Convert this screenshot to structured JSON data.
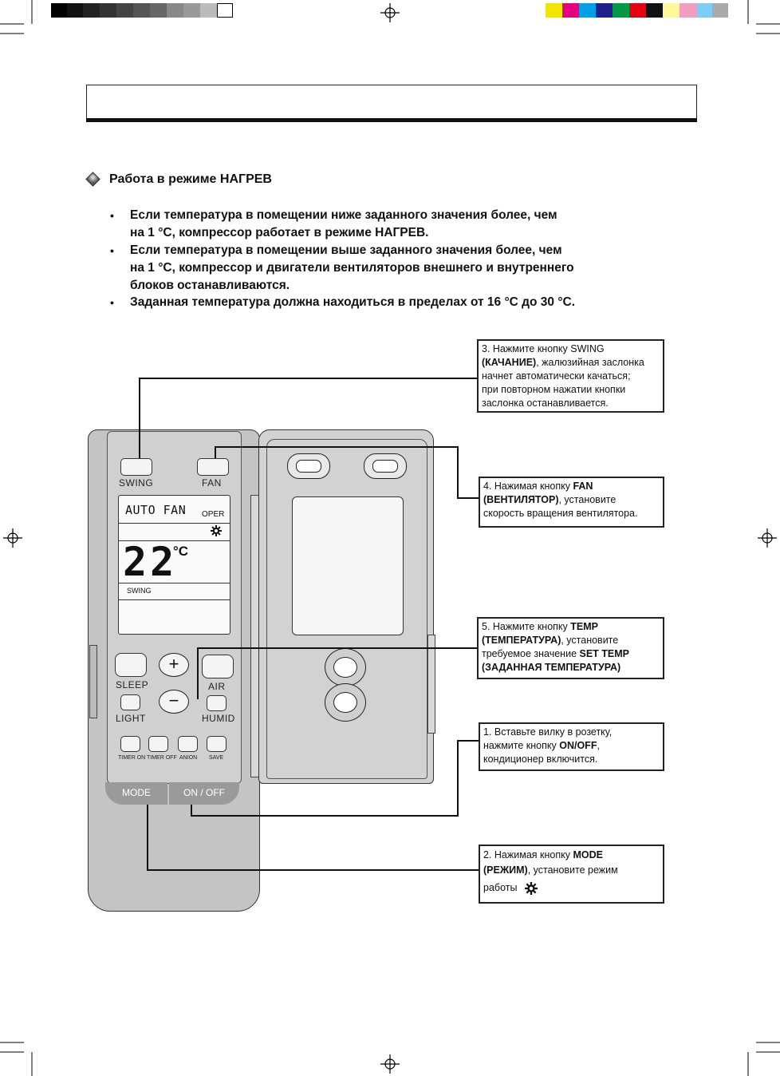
{
  "section_title": "Работа в режиме НАГРЕВ",
  "bullets": [
    [
      "Если температура в помещении ниже заданного значения более, чем",
      "на  1 °С, компрессор работает в режиме НАГРЕВ."
    ],
    [
      "Если температура в помещении выше заданного значения более, чем",
      "на 1 °С, компрессор и двигатели вентиляторов внешнего и внутреннего",
      "блоков останавливаются."
    ],
    [
      "Заданная температура должна находиться в пределах от 16 °С до 30 °С."
    ]
  ],
  "callouts": {
    "swing": {
      "bold1": "3. Нажмите кнопку SWING",
      "bold2": "(КАЧАНИЕ)",
      "rest2": ", жалюзийная заслонка",
      "line3": "начнет автоматически качаться;",
      "line4": "при повторном нажатии кнопки",
      "line5": "заслонка останавливается."
    },
    "fan": {
      "line1a": "4. Нажимая кнопку ",
      "line1b": "FAN",
      "line2b": "(ВЕНТИЛЯТОР)",
      "line2r": ", установите",
      "line3": "скорость вращения вентилятора."
    },
    "temp": {
      "line1a": "5. Нажмите кнопку ",
      "line1b": "TEMP",
      "line2b": "(ТЕМПЕРАТУРА)",
      "line2r": ", установите",
      "line3a": "требуемое значение ",
      "line3b": "SET TEMP",
      "line4b": "(ЗАДАННАЯ ТЕМПЕРАТУРА)"
    },
    "onoff": {
      "line1": "1. Вставьте вилку в розетку,",
      "line2a": "нажмите кнопку ",
      "line2b": "ON/OFF",
      "line2c": ",",
      "line3": "кондиционер  включится."
    },
    "mode": {
      "line1a": "2. Нажимая кнопку ",
      "line1b": "MODE",
      "line2b": "(РЕЖИМ)",
      "line2r": ", установите режим",
      "line3": "работы"
    }
  },
  "remote": {
    "swing_label": "SWING",
    "fan_label": "FAN",
    "lcd_mode": "AUTO FAN",
    "lcd_oper": "OPER",
    "lcd_temp": "22",
    "lcd_unit": "°C",
    "lcd_swing": "SWING",
    "plus": "+",
    "minus": "−",
    "sleep_label": "SLEEP",
    "air_label": "AIR",
    "light_label": "LIGHT",
    "humid_label": "HUMID",
    "timer_on_label": "TIMER ON",
    "timer_off_label": "TIMER OFF",
    "anion_label": "ANION",
    "save_label": "SAVE",
    "mode_label": "MODE",
    "onoff_label": "ON / OFF"
  },
  "icons": {
    "bullet": "diamond-bullet-icon",
    "sun": "sun-heat-icon",
    "registration": "registration-mark-icon"
  }
}
